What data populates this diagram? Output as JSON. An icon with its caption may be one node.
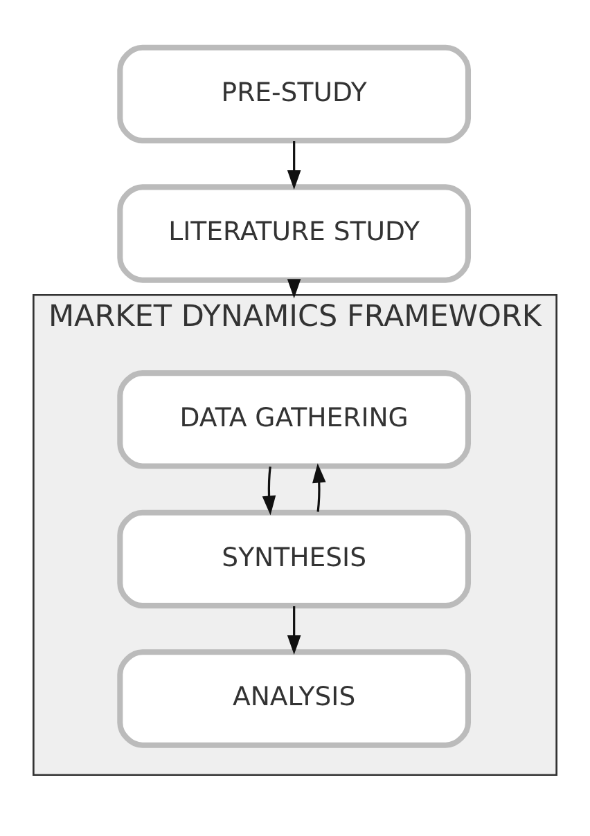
{
  "diagram": {
    "nodes": [
      {
        "text": [
          "PRE-STUDY"
        ]
      },
      {
        "text": [
          "LITERATURE STUDY"
        ]
      },
      {
        "text": [
          "MARKET DYNAMICS FRAMEWORK"
        ]
      },
      {
        "text": [
          "DATA GATHERING"
        ],
        "in": 2
      },
      {
        "text": [
          "SYNTHESIS"
        ],
        "in": 2
      },
      {
        "text": [
          "ANALYSIS"
        ],
        "in": 2
      }
    ],
    "edges": [
      {
        "from": 0,
        "to": 1,
        "arrow": "to"
      },
      {
        "from": 1,
        "to": 2,
        "arrow": "to"
      },
      {
        "from": 3,
        "to": 4,
        "arrow": "to"
      },
      {
        "from": 4,
        "to": 3,
        "arrow": "to"
      },
      {
        "from": 4,
        "to": 5,
        "arrow": "to"
      }
    ]
  }
}
